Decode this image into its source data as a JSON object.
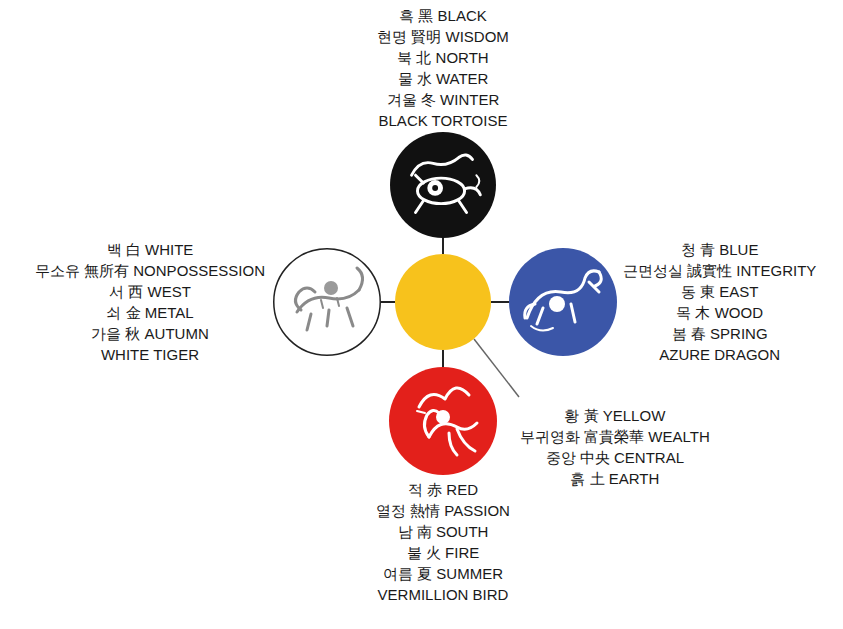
{
  "diagram": {
    "nodes": [
      {
        "text": [
          "흑 黑 BLACK",
          "현명 賢明 WISDOM",
          "북 北 NORTH",
          "물 水 WATER",
          "겨울 冬 WINTER",
          "BLACK TORTOISE"
        ]
      },
      {
        "text": [
          "백 白 WHITE",
          "무소유 無所有 NONPOSSESSION",
          "서 西 WEST",
          "쇠 金 METAL",
          "가을 秋 AUTUMN",
          "WHITE TIGER"
        ]
      },
      {
        "text": [
          "황 黃 YELLOW",
          "부귀영화 富貴榮華 WEALTH",
          "중앙 中央 CENTRAL",
          "흙 土 EARTH"
        ]
      },
      {
        "text": [
          "청 青 BLUE",
          "근면성실 誠實性 INTEGRITY",
          "동 東 EAST",
          "목 木 WOOD",
          "봄 春 SPRING",
          "AZURE DRAGON"
        ]
      },
      {
        "text": [
          "적 赤 RED",
          "열정 熱情 PASSION",
          "남 南 SOUTH",
          "불 火 FIRE",
          "여름 夏 SUMMER",
          "VERMILLION BIRD"
        ]
      }
    ],
    "edges": [
      {
        "from": 2,
        "to": 0,
        "arrow": "none"
      },
      {
        "from": 2,
        "to": 1,
        "arrow": "none"
      },
      {
        "from": 2,
        "to": 3,
        "arrow": "none"
      },
      {
        "from": 2,
        "to": 4,
        "arrow": "none"
      }
    ]
  }
}
